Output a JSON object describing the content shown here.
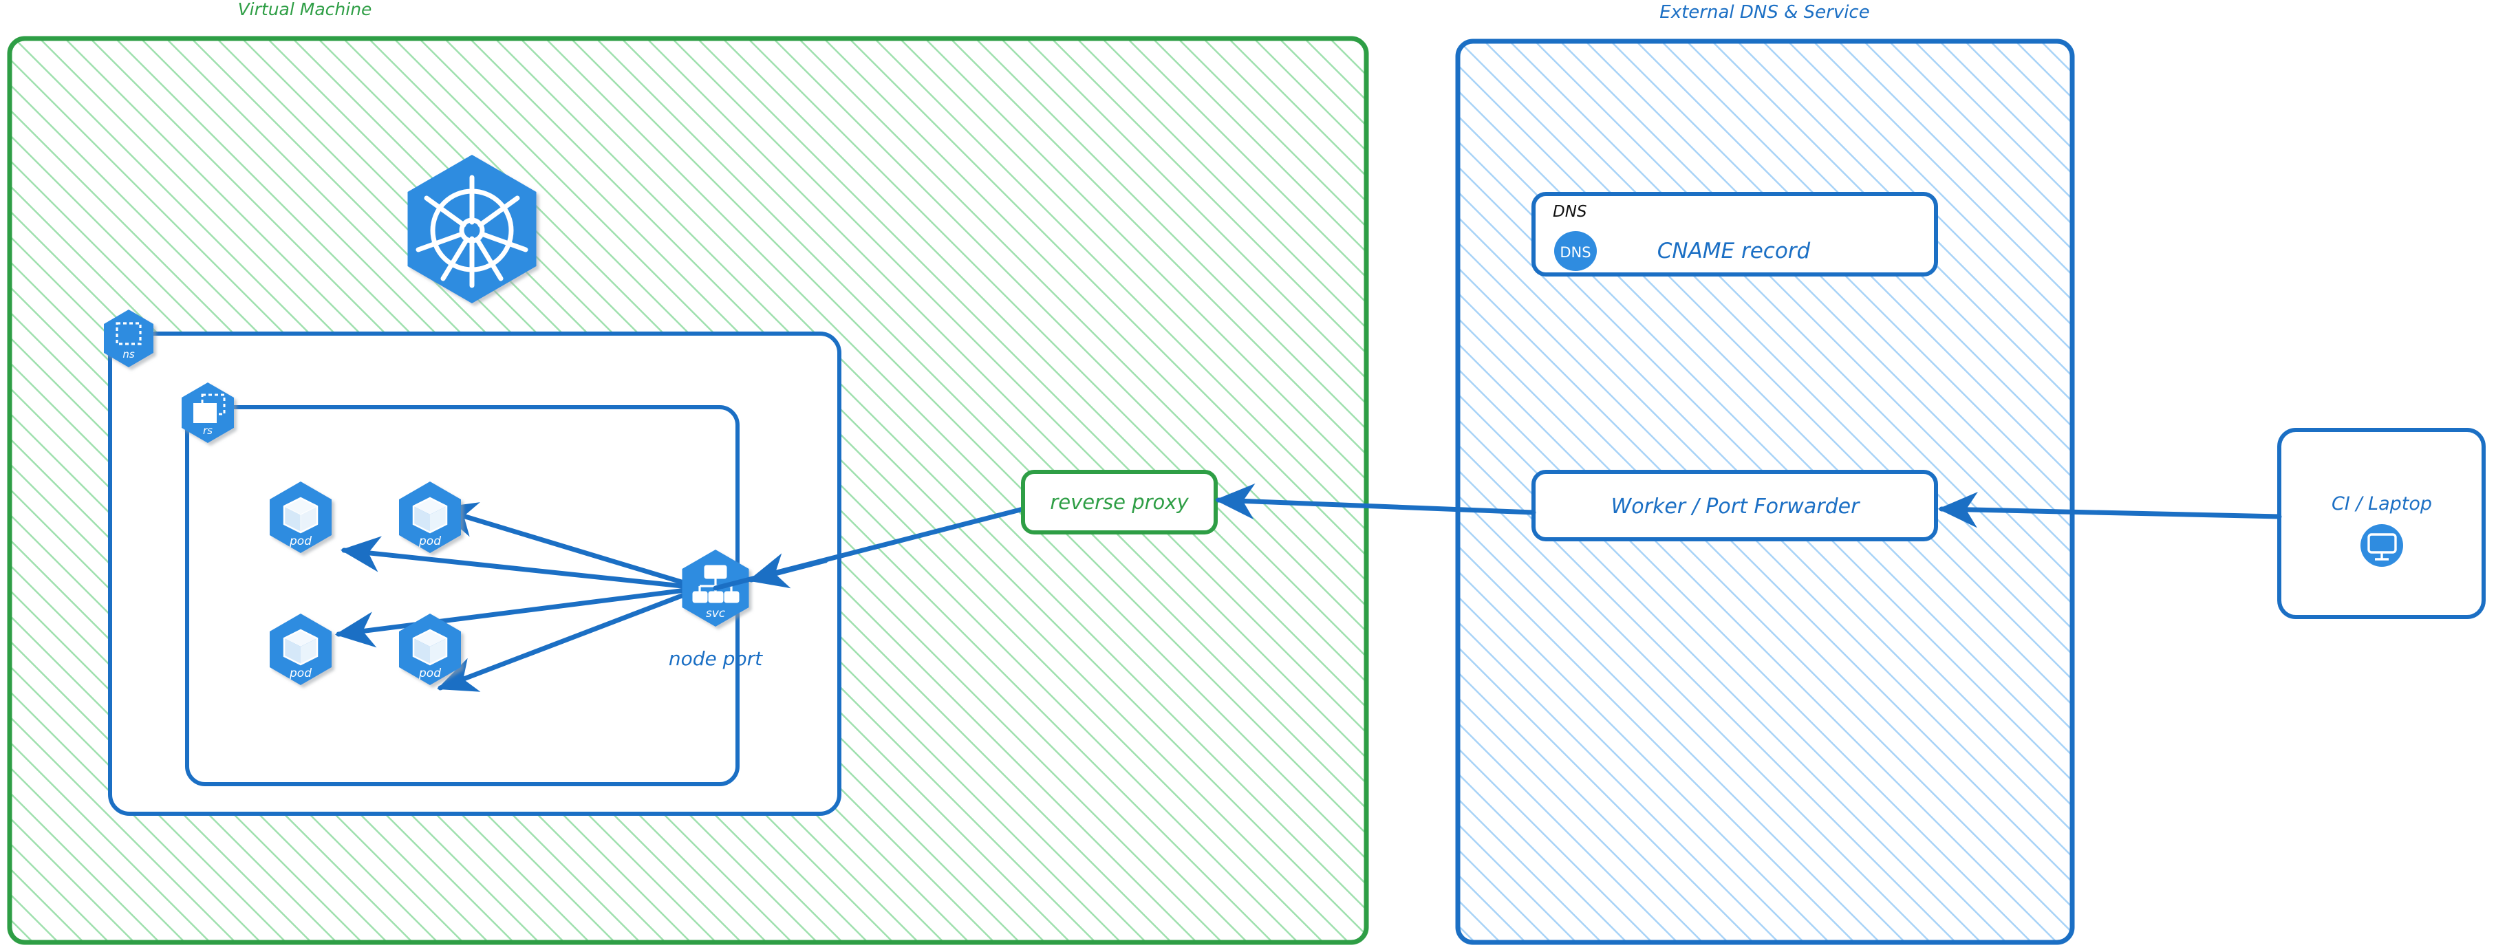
{
  "diagram": {
    "title_green": "Virtual Machine",
    "title_blue": "External DNS & Service",
    "colors": {
      "green": "#2e9e45",
      "green_hatch": "#9fe0ae",
      "blue": "#1b6fc4",
      "blue_hatch": "#a8d3f7",
      "k8s_blue": "#2f8ce0",
      "arrow": "#1b6fc4",
      "text_dark": "#111111",
      "white": "#ffffff"
    }
  },
  "vm_panel": {
    "label": "Virtual Machine",
    "namespace_badge": "ns",
    "replicaset_badge": "rs",
    "k8s_logo_name": "kubernetes-logo",
    "service": {
      "badge": "svc",
      "caption": "node port"
    },
    "pods": [
      {
        "badge": "pod"
      },
      {
        "badge": "pod"
      },
      {
        "badge": "pod"
      },
      {
        "badge": "pod"
      }
    ],
    "reverse_proxy": {
      "label": "reverse proxy"
    }
  },
  "external_panel": {
    "label": "External DNS & Service",
    "dns_card": {
      "kind_label": "DNS",
      "badge_text": "DNS",
      "record_label": "CNAME record"
    },
    "worker_box": {
      "label": "Worker / Port Forwarder"
    }
  },
  "client": {
    "label": "CI / Laptop",
    "icon_name": "desktop-monitor-icon"
  },
  "edges": [
    {
      "from": "svc",
      "to": "pod-1",
      "direction": "to-pod"
    },
    {
      "from": "svc",
      "to": "pod-2",
      "direction": "to-pod"
    },
    {
      "from": "svc",
      "to": "pod-3",
      "direction": "to-pod"
    },
    {
      "from": "svc",
      "to": "pod-4",
      "direction": "to-pod"
    },
    {
      "from": "reverse-proxy",
      "to": "svc",
      "direction": "to-svc"
    },
    {
      "from": "worker-port-forwarder",
      "to": "reverse-proxy",
      "direction": "to-reverse-proxy"
    },
    {
      "from": "ci-laptop",
      "to": "worker-port-forwarder",
      "direction": "to-worker"
    }
  ]
}
